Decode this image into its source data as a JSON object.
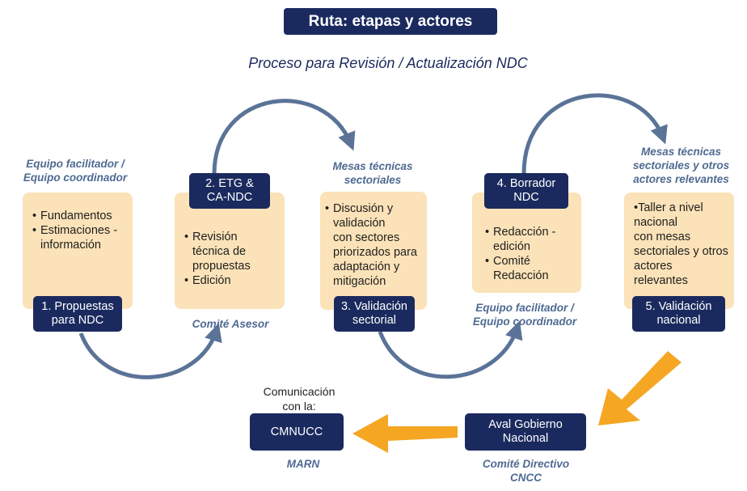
{
  "title": "Ruta: etapas y actores",
  "subtitle": "Proceso para Revisión / Actualización NDC",
  "actors": {
    "a1": "Equipo facilitador /\nEquipo coordinador",
    "a2": "Comité Asesor",
    "a3": "Mesas técnicas\nsectoriales",
    "a4": "Equipo facilitador /\nEquipo coordinador",
    "a5": "Mesas técnicas\nsectoriales y otros\nactores relevantes",
    "a6": "MARN",
    "a7": "Comité Directivo\nCNCC"
  },
  "cards": {
    "c1": [
      "Fundamentos",
      "Estimaciones -\ninformación"
    ],
    "c2": [
      "Revisión\ntécnica de\npropuestas",
      "Edición"
    ],
    "c3": [
      "Discusión y\nvalidación\ncon sectores\npriorizados para\nadaptación y\nmitigación"
    ],
    "c4": [
      "Redacción -\nedición",
      "Comité\nRedacción"
    ]
  },
  "c5_text": "•Taller a nivel\nnacional\ncon mesas\nsectoriales y otros\nactores\nrelevantes",
  "stages": {
    "s1": "1. Propuestas\npara NDC",
    "s2": "2. ETG &\nCA-NDC",
    "s3": "3. Validación\nsectorial",
    "s4": "4. Borrador\nNDC",
    "s5": "5. Validación\nnacional",
    "s6": "CMNUCC",
    "s7": "Aval Gobierno\nNacional"
  },
  "communication_label": "Comunicación\ncon la:",
  "colors": {
    "navy": "#1b2a5e",
    "card": "#fbe2b8",
    "actor_text": "#4f6a92",
    "curve_arrow": "#5a7397",
    "orange_arrow": "#f5a623"
  }
}
